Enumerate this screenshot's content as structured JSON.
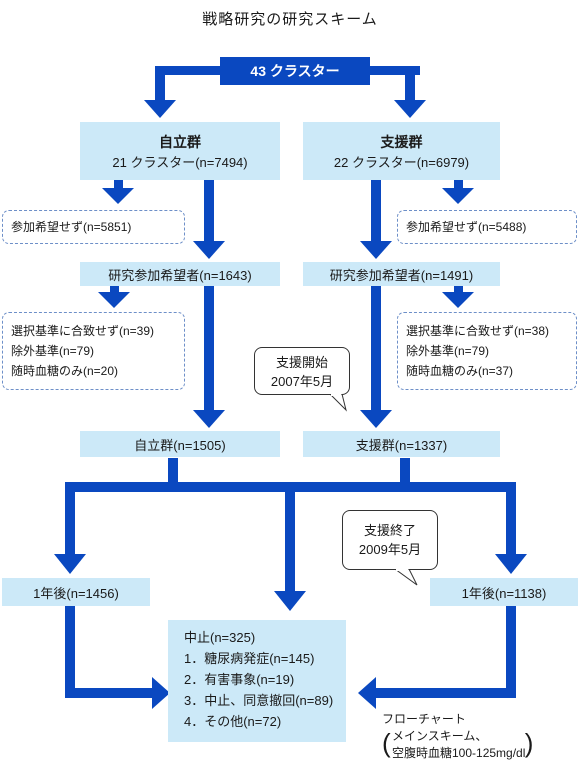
{
  "title": "戦略研究の研究スキーム",
  "top": "43 クラスター",
  "left_group": {
    "name": "自立群",
    "detail": "21 クラスター(n=7494)"
  },
  "right_group": {
    "name": "支援群",
    "detail": "22 クラスター(n=6979)"
  },
  "left_decline": "参加希望せず(n=5851)",
  "right_decline": "参加希望せず(n=5488)",
  "left_applicants": "研究参加希望者(n=1643)",
  "right_applicants": "研究参加希望者(n=1491)",
  "left_excluded": [
    "選択基準に合致せず(n=39)",
    "除外基準(n=79)",
    "随時血糖のみ(n=20)"
  ],
  "right_excluded": [
    "選択基準に合致せず(n=38)",
    "除外基準(n=79)",
    "随時血糖のみ(n=37)"
  ],
  "support_start": [
    "支援開始",
    "2007年5月"
  ],
  "support_end": [
    "支援終了",
    "2009年5月"
  ],
  "left_final": "自立群(n=1505)",
  "right_final": "支援群(n=1337)",
  "left_year": "1年後(n=1456)",
  "right_year": "1年後(n=1138)",
  "stopped": [
    "中止(n=325)",
    "1．糖尿病発症(n=145)",
    "2．有害事象(n=19)",
    "3．中止、同意撤回(n=89)",
    "4．その他(n=72)"
  ],
  "footnote": [
    "フローチャート",
    "メインスキーム、",
    "空腹時血糖100-125mg/dl"
  ],
  "accent": "#0a48c0",
  "box_color": "#cce9f8"
}
